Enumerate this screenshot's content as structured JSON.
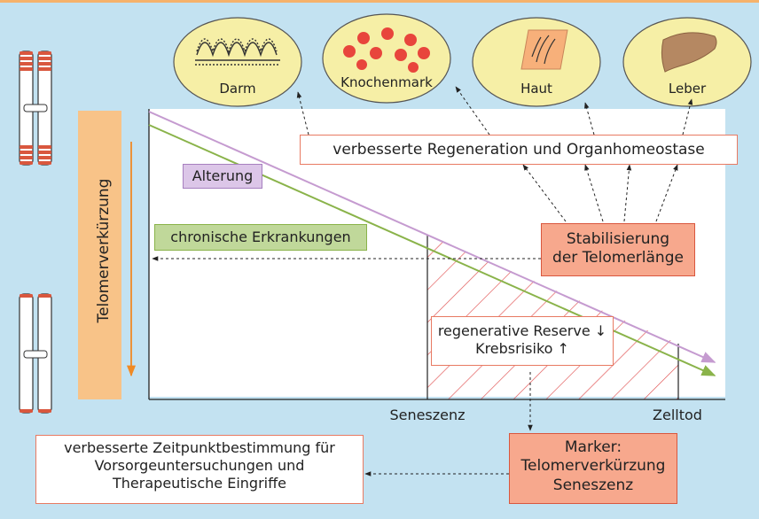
{
  "organs": {
    "darm": "Darm",
    "knochenmark": "Knochenmark",
    "haut": "Haut",
    "leber": "Leber"
  },
  "labels": {
    "regeneration": "verbesserte Regeneration und Organhomeostase",
    "alterung": "Alterung",
    "chronic": "chronische Erkrankungen",
    "stabilisierung_1": "Stabilisierung",
    "stabilisierung_2": "der Telomerlänge",
    "telomer_axis": "Telomerverkürzung",
    "reserve_1": "regenerative Reserve ↓",
    "reserve_2": "Krebsrisiko ↑",
    "seneszenz": "Seneszenz",
    "zelltod": "Zelltod",
    "marker_1": "Marker:",
    "marker_2": "Telomerverkürzung",
    "marker_3": "Seneszenz",
    "zeitpunkt_1": "verbesserte Zeitpunktbestimmung für",
    "zeitpunkt_2": "Vorsorgeuntersuchungen und",
    "zeitpunkt_3": "Therapeutische Eingriffe"
  },
  "colors": {
    "background": "#c3e2f1",
    "organ_fill": "#f6efa6",
    "salmon": "#f7a88d",
    "orange_axis": "#f6b26b",
    "alterung_line": "#c59bd0",
    "chronic_line": "#8ab34a",
    "hatch_red": "#e05050",
    "chrom_red": "#d9573e"
  }
}
